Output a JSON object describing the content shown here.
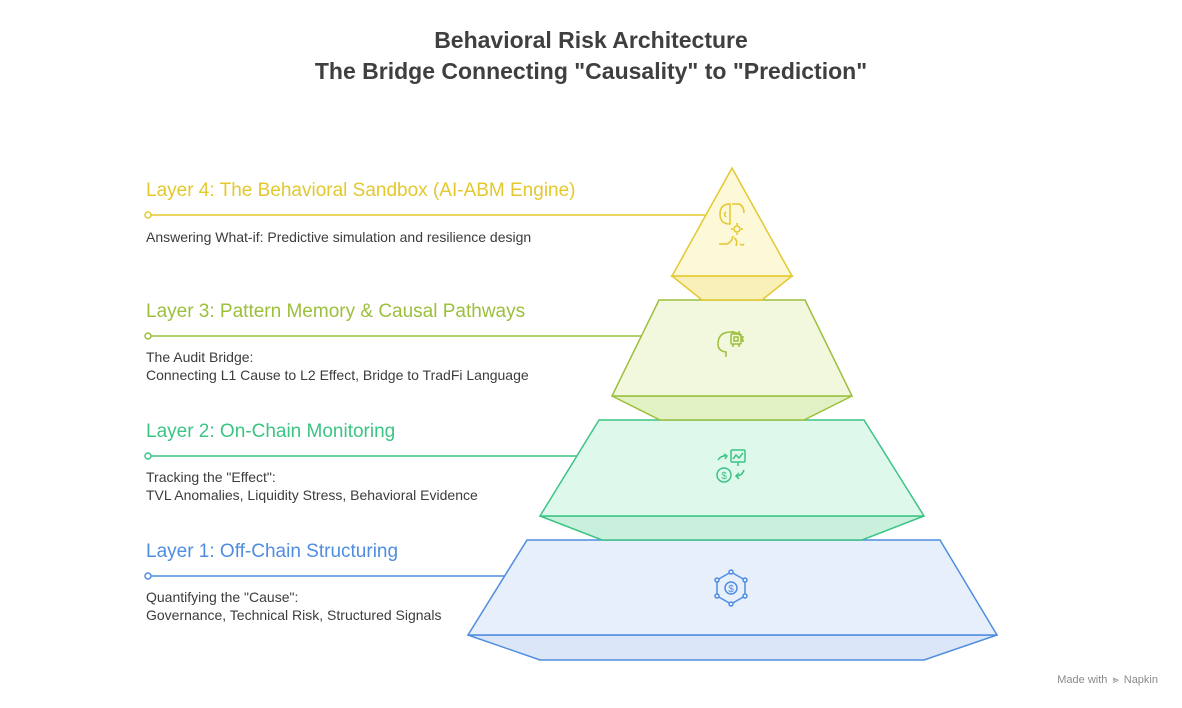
{
  "title_line1": "Behavioral Risk Architecture",
  "title_line2": "The Bridge Connecting \"Causality\" to \"Prediction\"",
  "layers": [
    {
      "title": "Layer 4: The Behavioral Sandbox (AI-ABM Engine)",
      "desc": [
        "Answering What-if: Predictive simulation and resilience design"
      ],
      "color": "#e3c82e",
      "fill": "#fdf8d8",
      "icon": "brain-gear-icon"
    },
    {
      "title": "Layer 3: Pattern Memory & Causal Pathways",
      "desc": [
        "The Audit Bridge:",
        "Connecting L1 Cause to L2 Effect, Bridge to TradFi Language"
      ],
      "color": "#9cbf3c",
      "fill": "#f1f8dd",
      "icon": "head-chip-icon"
    },
    {
      "title": "Layer 2: On-Chain Monitoring",
      "desc": [
        "Tracking the \"Effect\":",
        "TVL Anomalies, Liquidity Stress, Behavioral Evidence"
      ],
      "color": "#3cc484",
      "fill": "#dff8ec",
      "icon": "money-chart-icon"
    },
    {
      "title": "Layer 1: Off-Chain Structuring",
      "desc": [
        "Quantifying the \"Cause\":",
        "Governance, Technical Risk, Structured Signals"
      ],
      "color": "#4f8de0",
      "fill": "#e7effb",
      "icon": "dollar-network-icon"
    }
  ],
  "footer": {
    "made_with": "Made with",
    "brand": "Napkin"
  }
}
